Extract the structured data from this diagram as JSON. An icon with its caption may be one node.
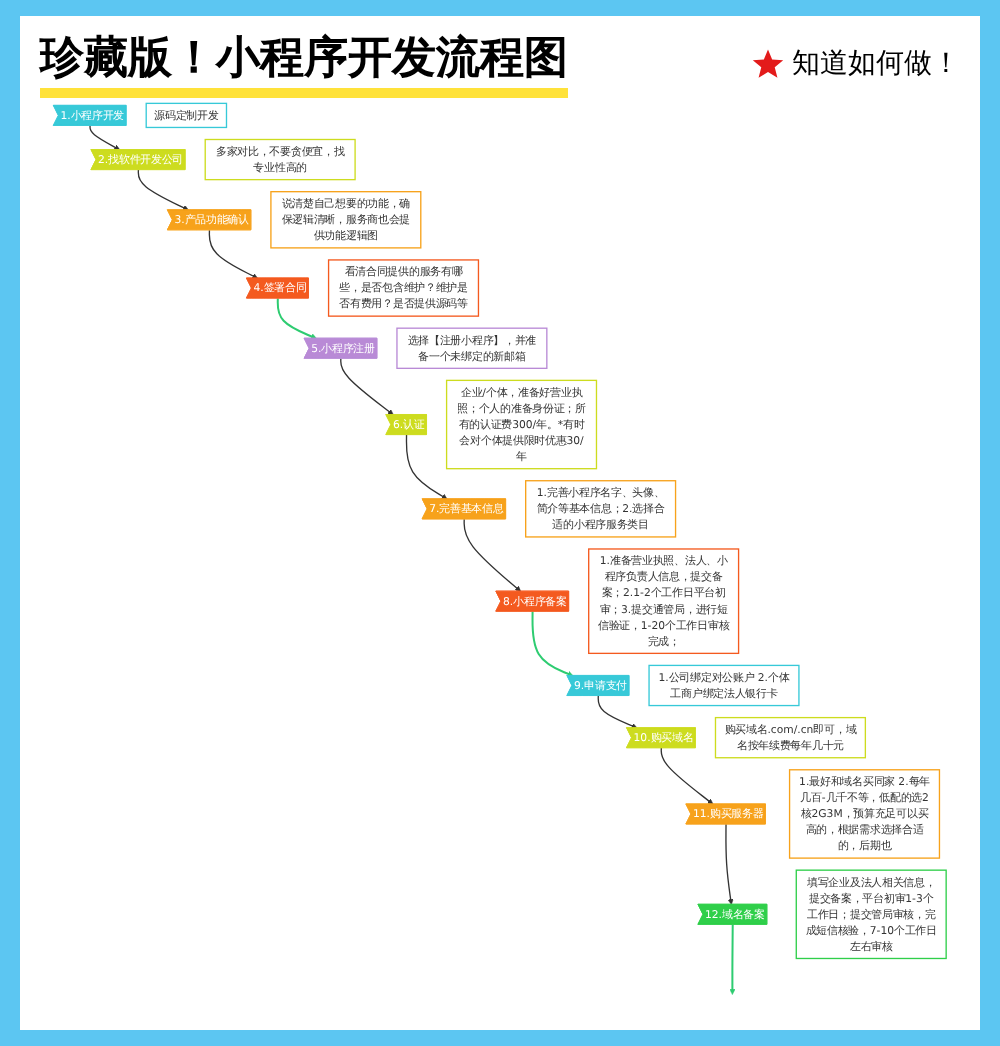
{
  "diagram": {
    "title": "珍藏版！小程序开发流程图",
    "nodes": [
      {
        "text": [
          "1.小程序开发"
        ]
      },
      {
        "text": [
          "源码定制开发"
        ]
      },
      {
        "text": [
          "2.找软件开发公司"
        ]
      },
      {
        "text": [
          "多家对比，不要贪便宜，找专业性高的"
        ]
      },
      {
        "text": [
          "3.产品功能确认"
        ]
      },
      {
        "text": [
          "说清楚自己想要的功能，确保逻辑清晰，服务商也会提供功能逻辑图"
        ]
      },
      {
        "text": [
          "4.签署合同"
        ]
      },
      {
        "text": [
          "看清合同提供的服务有哪些，是否包含维护？维护是否有费用？是否提供源码等"
        ]
      },
      {
        "text": [
          "5.小程序注册"
        ]
      },
      {
        "text": [
          "选择【注册小程序】，并准备一个未绑定的新邮箱"
        ]
      },
      {
        "text": [
          "6.认证"
        ]
      },
      {
        "text": [
          "企业/个体，准备好营业执照；个人的准备身份证；所有的认证费300/年。*有时会对个体提供限时优惠30/年"
        ]
      },
      {
        "text": [
          "7.完善基本信息"
        ]
      },
      {
        "text": [
          "1.完善小程序名字、头像、简介等基本信息；2.选择合适的小程序服务类目"
        ]
      },
      {
        "text": [
          "8.小程序备案"
        ]
      },
      {
        "text": [
          "1.准备营业执照、法人、小程序负责人信息，提交备案；2.1-2个工作日平台初审；3.提交通管局，进行短信验证，1-20个工作日审核完成；"
        ]
      },
      {
        "text": [
          "9.申请支付"
        ]
      },
      {
        "text": [
          "1.公司绑定对公账户 2.个体工商户绑定法人银行卡"
        ]
      },
      {
        "text": [
          "10.购买域名"
        ]
      },
      {
        "text": [
          "购买域名.com/.cn即可，域名按年续费每年几十元"
        ]
      },
      {
        "text": [
          "11.购买服务器"
        ]
      },
      {
        "text": [
          "1.最好和域名买同家 2.每年几百-几千不等，低配的选2核2G3M，预算充足可以买高的，根据需求选择合适的，后期也"
        ]
      },
      {
        "text": [
          "12.域名备案"
        ]
      },
      {
        "text": [
          "填写企业及法人相关信息，提交备案，平台初审1-3个工作日；提交管局审核，完成短信核验，7-10个工作日左右审核"
        ]
      }
    ],
    "edges": [
      {
        "from": 0,
        "to": 2,
        "arrow": "to"
      },
      {
        "from": 2,
        "to": 4,
        "arrow": "to"
      },
      {
        "from": 4,
        "to": 6,
        "arrow": "to"
      },
      {
        "from": 6,
        "to": 8,
        "arrow": "to",
        "color": "#2ecc71"
      },
      {
        "from": 8,
        "to": 10,
        "arrow": "to"
      },
      {
        "from": 10,
        "to": 12,
        "arrow": "to"
      },
      {
        "from": 12,
        "to": 14,
        "arrow": "to"
      },
      {
        "from": 14,
        "to": 16,
        "arrow": "to",
        "color": "#2ecc71"
      },
      {
        "from": 16,
        "to": 18,
        "arrow": "to"
      },
      {
        "from": 18,
        "to": 20,
        "arrow": "to"
      },
      {
        "from": 20,
        "to": 22,
        "arrow": "to"
      },
      {
        "from": 22,
        "to": null,
        "arrow": "to",
        "color": "#2ecc71"
      }
    ],
    "labels": [
      "知道如何做！"
    ]
  }
}
